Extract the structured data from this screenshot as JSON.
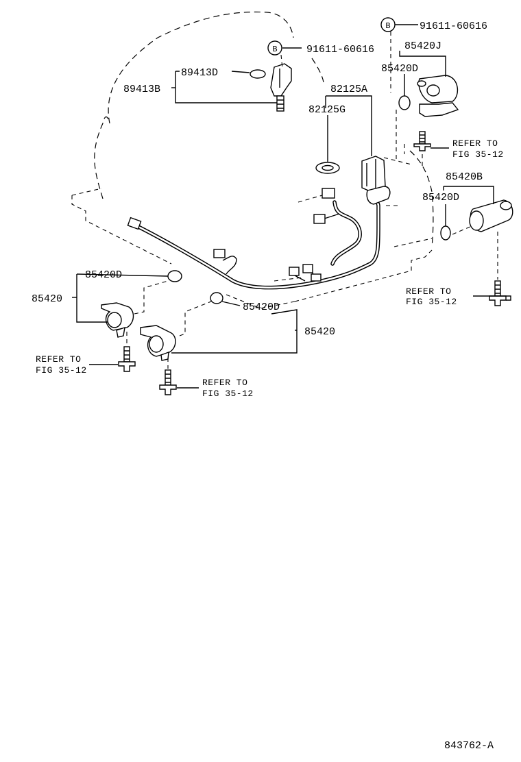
{
  "diagram": {
    "labels": {
      "p89413D": "89413D",
      "p89413B": "89413B",
      "p91611_a": "91611-60616",
      "p91611_b": "91611-60616",
      "p82125A": "82125A",
      "p82125G": "82125G",
      "p85420J": "85420J",
      "p85420D_tr": "85420D",
      "p85420B": "85420B",
      "p85420D_r": "85420D",
      "p85420D_l": "85420D",
      "p85420_l": "85420",
      "p85420D_c": "85420D",
      "p85420_c": "85420",
      "bolt_mark_a": "B",
      "bolt_mark_b": "B"
    },
    "refs": [
      {
        "line1": "REFER TO",
        "line2": "FIG 35-12"
      },
      {
        "line1": "REFER TO",
        "line2": "FIG 35-12"
      },
      {
        "line1": "REFER TO",
        "line2": "FIG 35-12"
      },
      {
        "line1": "REFER TO",
        "line2": "FIG 35-12"
      }
    ],
    "drawing_number": "843762-A"
  }
}
